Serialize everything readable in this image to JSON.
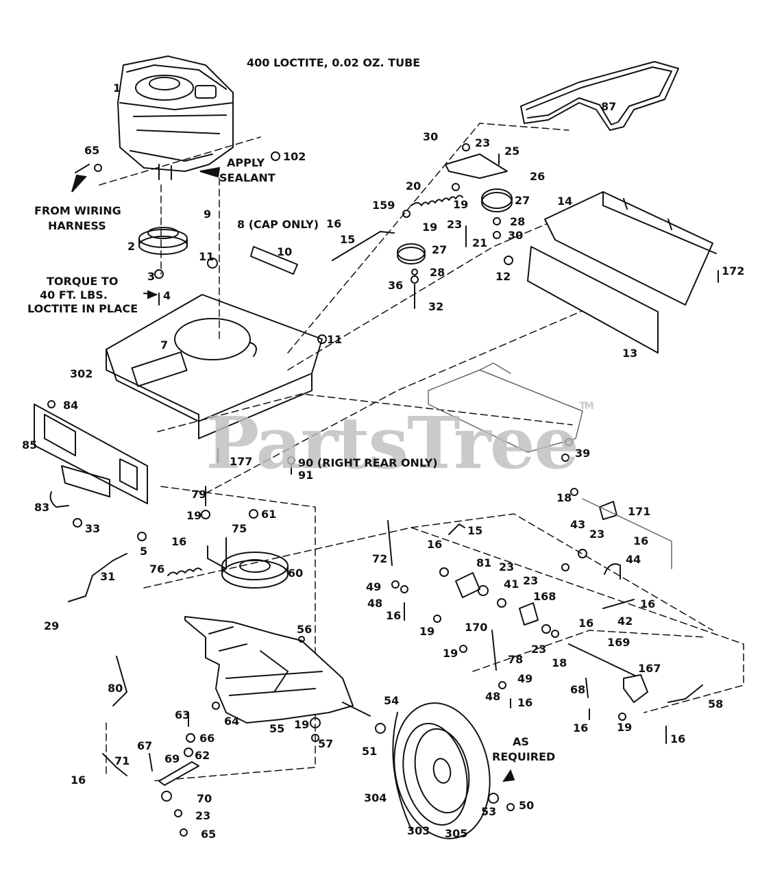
{
  "watermark": "PartsTree",
  "watermark_mark": "TM",
  "notes": {
    "loctite": "400 LOCTITE, 0.02 OZ. TUBE",
    "apply_sealant_1": "APPLY",
    "apply_sealant_2": "SEALANT",
    "wiring_1": "FROM WIRING",
    "wiring_2": "HARNESS",
    "torque_1": "TORQUE TO",
    "torque_2": "40 FT. LBS.",
    "torque_3": "LOCTITE IN PLACE",
    "cap_only": "8 (CAP ONLY)",
    "right_rear": "90 (RIGHT REAR ONLY)",
    "as_1": "AS",
    "as_2": "REQUIRED"
  },
  "parts": {
    "p1": "1",
    "p65a": "65",
    "p102": "102",
    "p9": "9",
    "p2": "2",
    "p11a": "11",
    "p3": "3",
    "p4": "4",
    "p10": "10",
    "p7": "7",
    "p302": "302",
    "p11b": "11",
    "p87": "87",
    "p30a": "30",
    "p23a": "23",
    "p25": "25",
    "p26": "26",
    "p20": "20",
    "p27a": "27",
    "p14": "14",
    "p159": "159",
    "p19a": "19",
    "p16a": "16",
    "p19b": "19",
    "p23b": "23",
    "p28a": "28",
    "p15a": "15",
    "p21": "21",
    "p30b": "30",
    "p27b": "27",
    "p12": "12",
    "p172": "172",
    "p28b": "28",
    "p36": "36",
    "p32": "32",
    "p13": "13",
    "p84": "84",
    "p85": "85",
    "p39": "39",
    "p177": "177",
    "p91": "91",
    "p79": "79",
    "p19c": "19",
    "p61": "61",
    "p75": "75",
    "p83": "83",
    "p33": "33",
    "p16b": "16",
    "p5": "5",
    "p76": "76",
    "p60": "60",
    "p31": "31",
    "p29": "29",
    "p18a": "18",
    "p171": "171",
    "p15b": "15",
    "p16c": "16",
    "p43": "43",
    "p23c": "23",
    "p16d": "16",
    "p44": "44",
    "p72": "72",
    "p81": "81",
    "p23d": "23",
    "p41": "41",
    "p23e": "23",
    "p49a": "49",
    "p168": "168",
    "p48a": "48",
    "p16e": "16",
    "p170": "170",
    "p19d": "19",
    "p16f": "16",
    "p42": "42",
    "p56": "56",
    "p23f": "23",
    "p18b": "18",
    "p169": "169",
    "p19e": "19",
    "p78": "78",
    "p80": "80",
    "p49b": "49",
    "p167": "167",
    "p48b": "48",
    "p16g": "16",
    "p68": "68",
    "p54": "54",
    "p58": "58",
    "p63": "63",
    "p64": "64",
    "p55": "55",
    "p19f": "19",
    "p57": "57",
    "p16h": "16",
    "p19g": "19",
    "p16i": "16",
    "p66": "66",
    "p51": "51",
    "p67": "67",
    "p62": "62",
    "p69": "69",
    "p71": "71",
    "p16j": "16",
    "p70": "70",
    "p23g": "23",
    "p65b": "65",
    "p304": "304",
    "p303": "303",
    "p305": "305",
    "p53": "53",
    "p50": "50"
  }
}
